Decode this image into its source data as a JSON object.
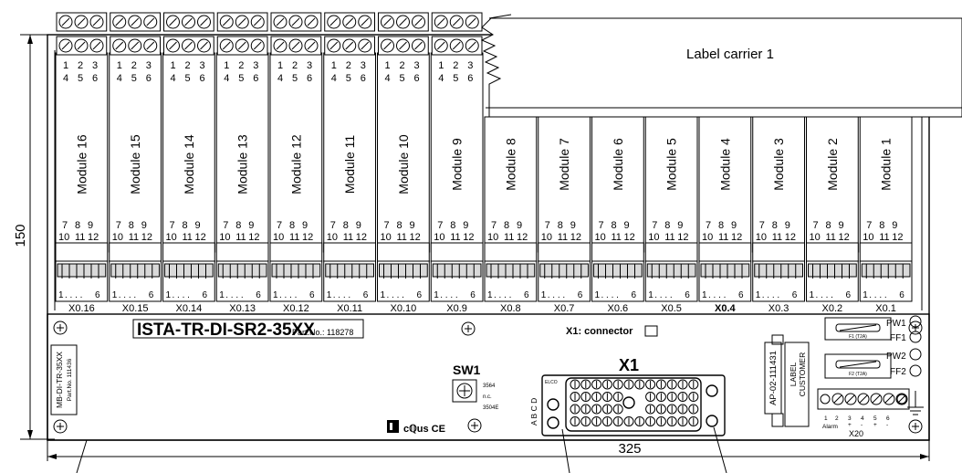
{
  "dimensions": {
    "height": "150",
    "width": "325"
  },
  "label_carrier": "Label carrier 1",
  "modules": [
    {
      "label": "Module 16",
      "connector": "X0.16",
      "bold": false
    },
    {
      "label": "Module 15",
      "connector": "X0.15",
      "bold": false
    },
    {
      "label": "Module 14",
      "connector": "X0.14",
      "bold": false
    },
    {
      "label": "Module 13",
      "connector": "X0.13",
      "bold": false
    },
    {
      "label": "Module 12",
      "connector": "X0.12",
      "bold": false
    },
    {
      "label": "Module 11",
      "connector": "X0.11",
      "bold": false
    },
    {
      "label": "Module 10",
      "connector": "X0.10",
      "bold": false
    },
    {
      "label": "Module 9",
      "connector": "X0.9",
      "bold": false
    },
    {
      "label": "Module 8",
      "connector": "X0.8",
      "bold": false
    },
    {
      "label": "Module 7",
      "connector": "X0.7",
      "bold": false
    },
    {
      "label": "Module 6",
      "connector": "X0.6",
      "bold": false
    },
    {
      "label": "Module 5",
      "connector": "X0.5",
      "bold": false
    },
    {
      "label": "Module 4",
      "connector": "X0.4",
      "bold": true
    },
    {
      "label": "Module 3",
      "connector": "X0.3",
      "bold": false
    },
    {
      "label": "Module 2",
      "connector": "X0.2",
      "bold": false
    },
    {
      "label": "Module 1",
      "connector": "X0.1",
      "bold": false
    }
  ],
  "terminal_rows": {
    "top_a": [
      "1",
      "2",
      "3"
    ],
    "top_b": [
      "4",
      "5",
      "6"
    ],
    "bottom_a": [
      "7",
      "8",
      "9"
    ],
    "bottom_b": [
      "10",
      "11",
      "12"
    ],
    "pins_start": "1",
    "pins_dots": ". . . .",
    "pins_end": "6"
  },
  "board": {
    "title": "ISTA-TR-DI-SR2-35XX",
    "part_no": "Part.No.: 118278",
    "side_label_line1": "MB-DI-TR-35XX",
    "side_label_line2": "Part.No. 111436",
    "x1_connector_label": "X1: connector",
    "x1": "X1",
    "elco": "ELCO",
    "x1_pins": "A B C D",
    "sw1": "SW1",
    "sw1_line1": "3564",
    "sw1_line2": "n.c.",
    "sw1_line3": "3504E",
    "cert": "cℚus CE",
    "ap_label": "AP-02-111431",
    "label_customer_1": "LABEL",
    "label_customer_2": "CUSTOMER",
    "f1": "F1 (T2A)",
    "f2": "F2 (T2A)",
    "pw1": "PW1",
    "ff1": "FF1",
    "pw2": "PW2",
    "ff2": "FF2",
    "x20_nums": [
      "1",
      "2",
      "3",
      "4",
      "5",
      "6"
    ],
    "x20_signs": [
      "+",
      "-",
      "+",
      "-"
    ],
    "alarm": "Alarm",
    "x20": "X20"
  }
}
